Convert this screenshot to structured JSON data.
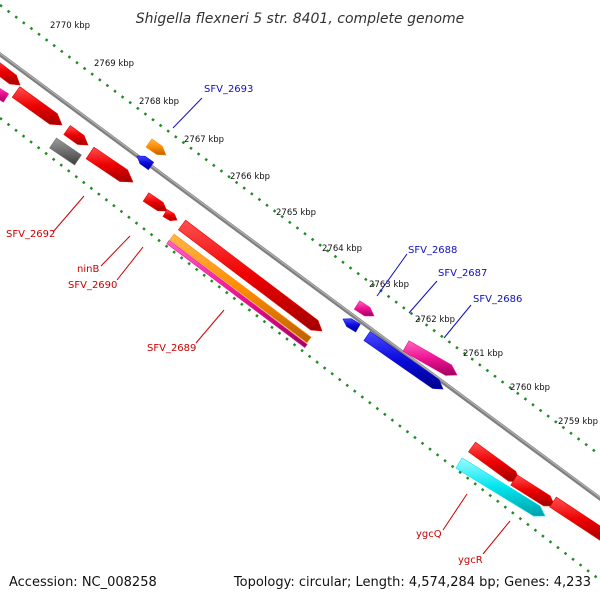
{
  "title": "Shigella flexneri 5 str. 8401, complete genome",
  "footer": {
    "accession": "Accession: NC_008258",
    "topology": "Topology: circular; Length: 4,574,284 bp; Genes: 4,233"
  },
  "ticks": [
    "2770 kbp",
    "2769 kbp",
    "2768 kbp",
    "2767 kbp",
    "2766 kbp",
    "2765 kbp",
    "2764 kbp",
    "2763 kbp",
    "2762 kbp",
    "2761 kbp",
    "2760 kbp",
    "2759 kbp"
  ],
  "gene_labels": {
    "upper": [
      "SFV_2693",
      "SFV_2688",
      "SFV_2687",
      "SFV_2686"
    ],
    "lower": [
      "SFV_2692",
      "ninB",
      "SFV_2690",
      "SFV_2689",
      "ygcQ",
      "ygcR"
    ]
  },
  "colors": {
    "backbone": "#808080",
    "tick_dots": "#228b22",
    "label_upper": "#1010c0",
    "label_lower": "#cc0000",
    "gene_red": "#ee0000",
    "gene_blue": "#0a0adc",
    "gene_orange": "#ff8c00",
    "gene_pink": "#ee1493",
    "gene_gray": "#6e6e6e",
    "gene_cyan": "#00e5ee"
  }
}
